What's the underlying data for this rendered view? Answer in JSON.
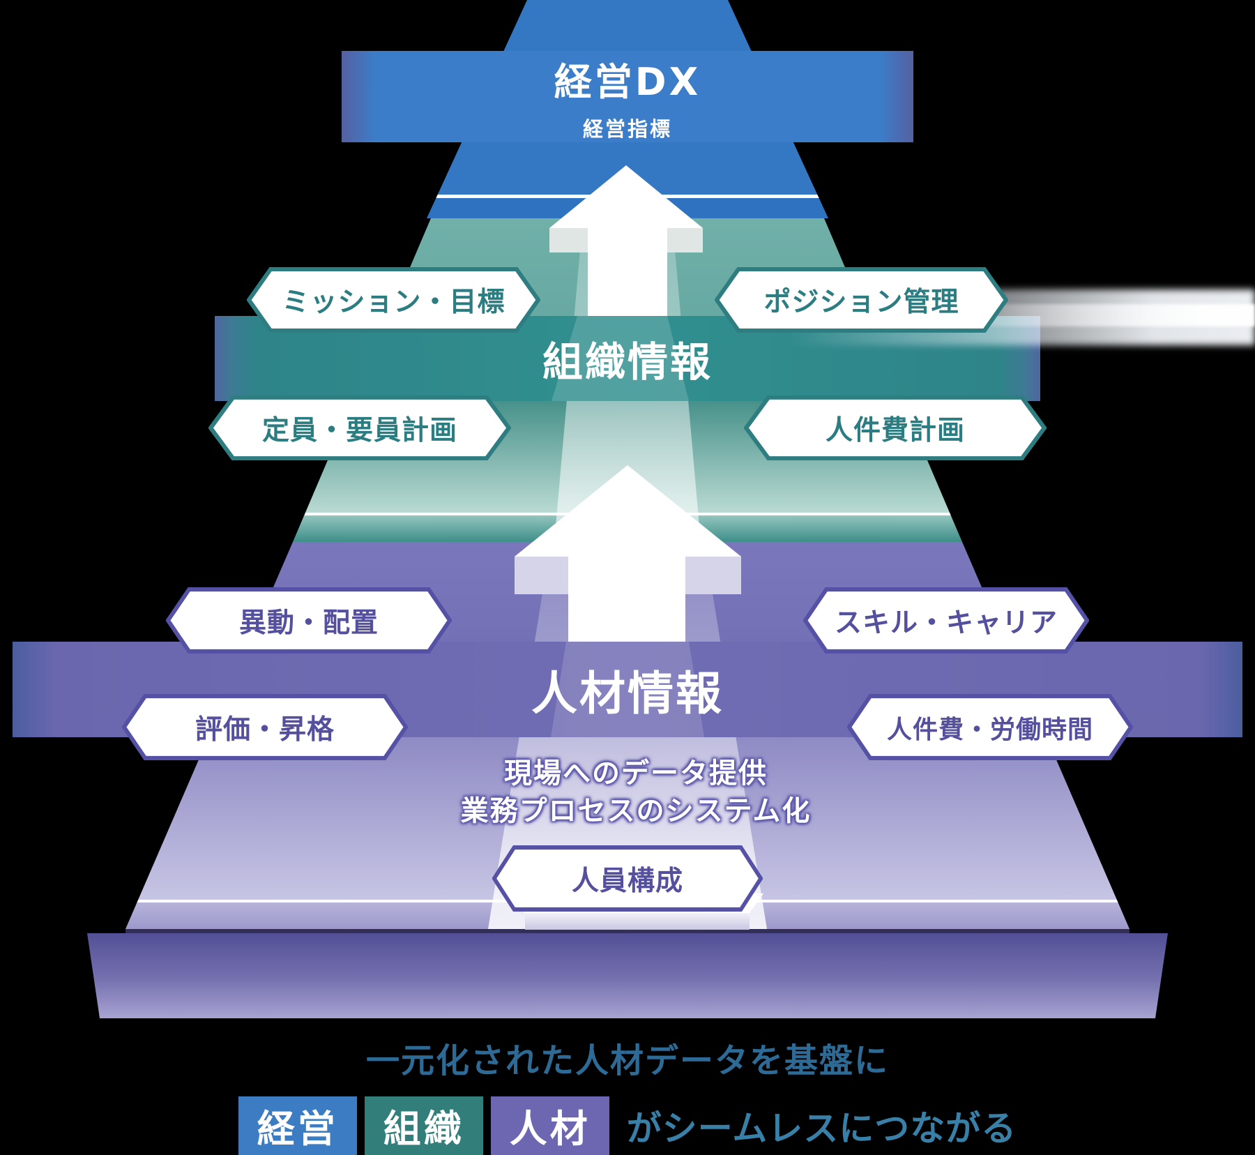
{
  "diagram": {
    "title_note": "",
    "tiers": [
      {
        "id": "management",
        "band_title": "経営DX",
        "band_subtitle": "経営指標",
        "accent_color": "#3b7dc9",
        "hexagons": []
      },
      {
        "id": "organization",
        "band_title": "組織情報",
        "accent_color": "#2f8a8c",
        "hexagons": [
          {
            "label": "ミッション・目標"
          },
          {
            "label": "ポジション管理"
          },
          {
            "label": "定員・要員計画"
          },
          {
            "label": "人件費計画"
          }
        ]
      },
      {
        "id": "human-resources",
        "band_title": "人材情報",
        "accent_color": "#6b67ae",
        "note_line1": "現場へのデータ提供",
        "note_line2": "業務プロセスのシステム化",
        "hexagons": [
          {
            "label": "異動・配置"
          },
          {
            "label": "スキル・キャリア"
          },
          {
            "label": "評価・昇格"
          },
          {
            "label": "人件費・労働時間"
          },
          {
            "label": "人員構成"
          }
        ]
      }
    ],
    "caption": {
      "line1": "一元化された人材データを基盤に",
      "boxes": [
        {
          "label": "経営",
          "color": "#3b7cc2"
        },
        {
          "label": "組織",
          "color": "#327e7b"
        },
        {
          "label": "人材",
          "color": "#6c67b0"
        }
      ],
      "line2_suffix": "がシームレスにつながる"
    }
  }
}
